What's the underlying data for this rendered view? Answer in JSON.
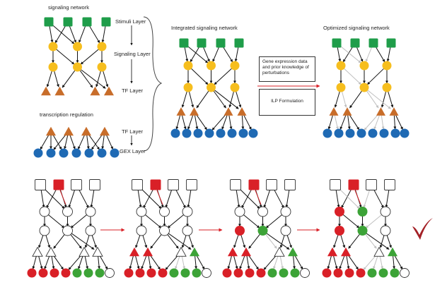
{
  "labels": {
    "signaling_network": "signaling network",
    "stimuli_layer": "Stimuli Layer",
    "signaling_layer": "Signaling Layer",
    "tf_layer_top": "TF Layer",
    "transcription_regulation": "transcription regulation",
    "tf_layer_bottom": "TF Layer",
    "gex_layer": "GEX Layer",
    "integrated_signaling_network": "Integrated signaling network",
    "optimized_signaling_network": "Optimized signaling network",
    "gene_expression_box": "Gene expression data and prior knowledge of perturbations",
    "ilp_box": "ILP Formulation"
  },
  "colors": {
    "stimulus": "#1f9d4a",
    "signaling": "#f6be1e",
    "tf": "#c86d2a",
    "gex": "#1f6ab4",
    "red": "#d92027",
    "green": "#3ca337",
    "arrow_red": "#d92027",
    "edge": "#111111",
    "edge_gray": "#c0c0c0"
  },
  "icons": {
    "check": "checkmark-icon"
  }
}
